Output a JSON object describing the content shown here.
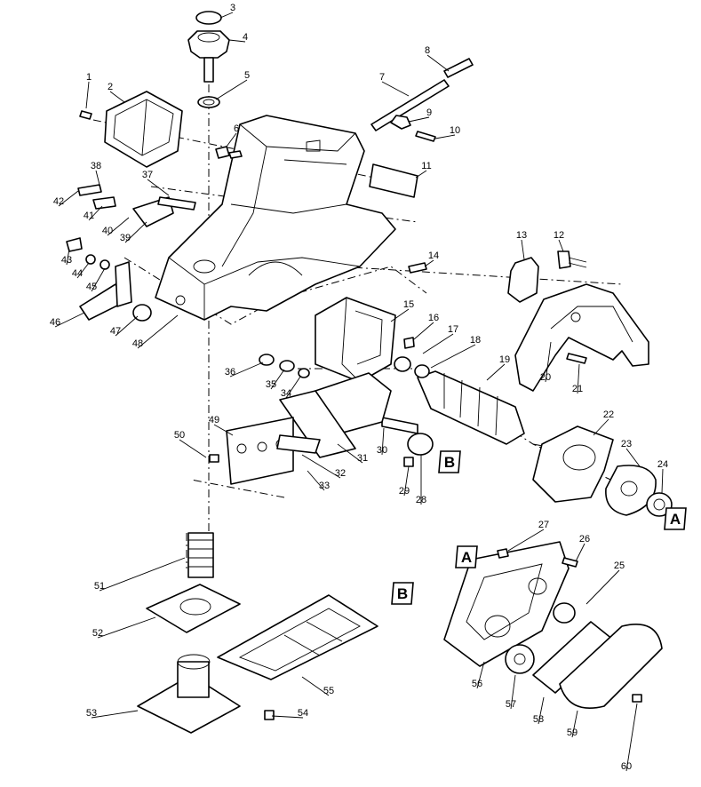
{
  "diagram": {
    "part_numbers": [
      "1",
      "2",
      "3",
      "4",
      "5",
      "6",
      "7",
      "8",
      "9",
      "10",
      "11",
      "12",
      "13",
      "14",
      "15",
      "16",
      "17",
      "18",
      "19",
      "20",
      "21",
      "22",
      "23",
      "24",
      "25",
      "26",
      "27",
      "28",
      "29",
      "30",
      "31",
      "32",
      "33",
      "34",
      "35",
      "36",
      "37",
      "38",
      "39",
      "40",
      "41",
      "42",
      "43",
      "44",
      "45",
      "46",
      "47",
      "48",
      "49",
      "50",
      "51",
      "52",
      "53",
      "54",
      "55",
      "56",
      "57",
      "58",
      "59",
      "60"
    ],
    "reference_markers": [
      "A",
      "B",
      "B",
      "A"
    ]
  }
}
